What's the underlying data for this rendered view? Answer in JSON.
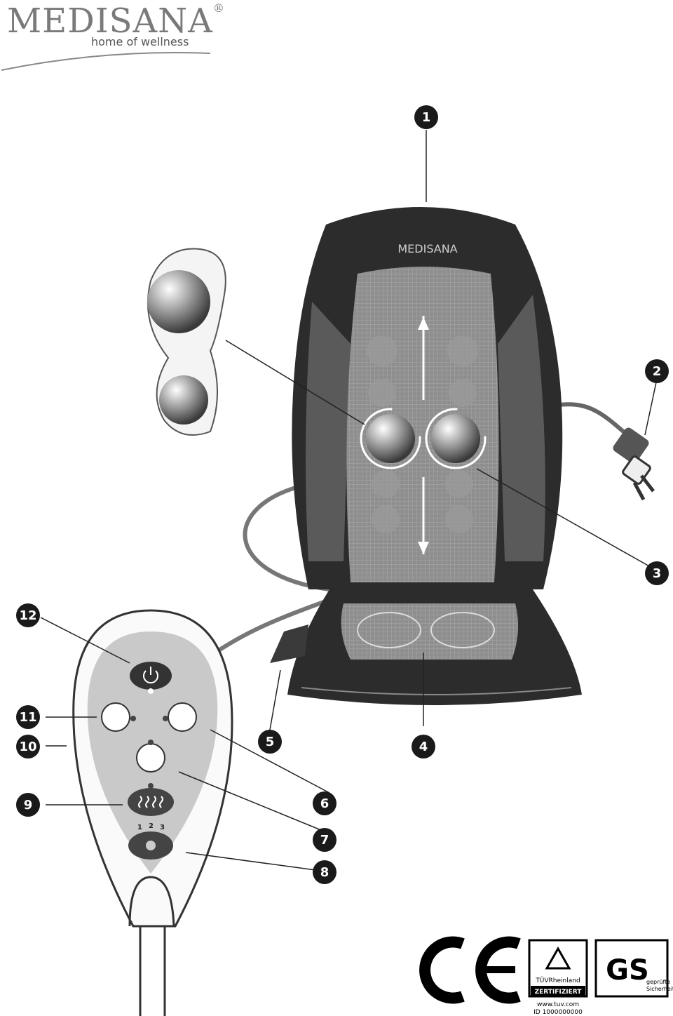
{
  "brand": {
    "name": "MEDISANA",
    "registered": "®",
    "tagline": "home of wellness",
    "seat_logo": "MEDISANA"
  },
  "callouts": [
    "1",
    "2",
    "3",
    "4",
    "5",
    "6",
    "7",
    "8",
    "9",
    "10",
    "11",
    "12"
  ],
  "remote": {
    "intensity_levels": [
      "1",
      "2",
      "3"
    ]
  },
  "certification": {
    "ce_mark": "CE",
    "tuv_name": "TÜVRheinland",
    "tuv_status": "ZERTIFIZIERT",
    "gs_mark": "GS",
    "gs_text_1": "geprüfte",
    "gs_text_2": "Sicherheit",
    "website": "www.tuv.com",
    "id": "ID 1000000000"
  }
}
